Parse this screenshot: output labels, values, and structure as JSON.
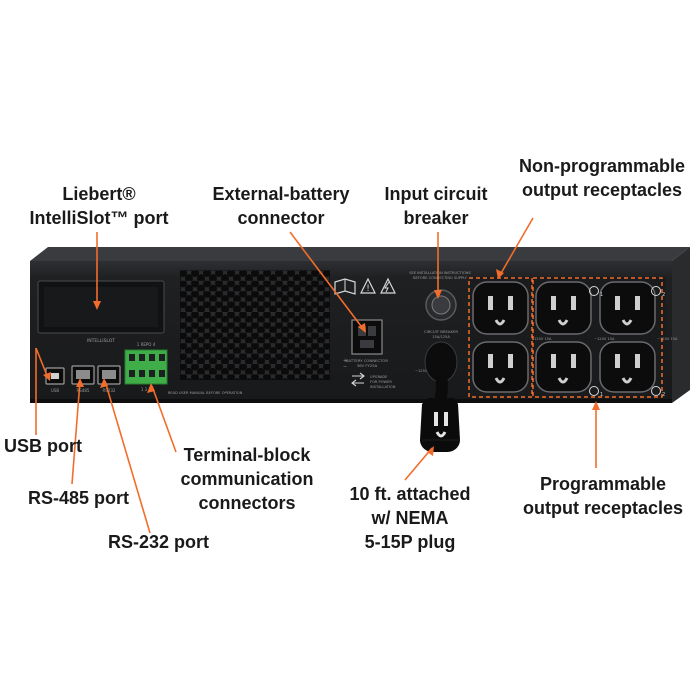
{
  "callouts": {
    "intellislot": [
      "Liebert®",
      "IntelliSlot™ port"
    ],
    "ext_battery": [
      "External-battery",
      "connector"
    ],
    "input_breaker": [
      "Input circuit",
      "breaker"
    ],
    "nonprog": [
      "Non-programmable",
      "output receptacles"
    ],
    "usb": [
      "USB port"
    ],
    "rs485": [
      "RS-485 port"
    ],
    "rs232": [
      "RS-232 port"
    ],
    "terminal": [
      "Terminal-block",
      "communication",
      "connectors"
    ],
    "plug": [
      "10 ft. attached",
      "w/ NEMA",
      "5-15P plug"
    ],
    "prog": [
      "Programmable",
      "output receptacles"
    ]
  },
  "panel_labels": {
    "intellislot": "INTELLISLOT",
    "usb": "USB",
    "rs485": "RS485",
    "rs232": "RS232",
    "terminal_head": "1 REPO 4",
    "terminal_foot": "1  2  3",
    "read_notice": "READ USER MANUAL BEFORE OPERATION",
    "battery": "BATTERY CONNECTOR",
    "battery_rating": "36V  FY25A",
    "upgrade": "UPGRADE",
    "upgrade_sub": "FOR POWER",
    "install": "INSTALLATION",
    "see_install": "SEE INSTALLATION INSTRUCTIONS",
    "see_install_2": "BEFORE CONNECTING SUPPLY",
    "circuit_breaker": "CIRCUIT BREAKER",
    "rating_left": "~120V 15A",
    "rating_mid": "~120V 15A",
    "rating_right": "~120V 15A",
    "bank_1": "1",
    "bank_2": "2"
  },
  "colors": {
    "accent": "#f26d2b",
    "chassis": "#1e1f21",
    "chassis_top": "#2b2c2f",
    "terminal_green": "#3fae49",
    "text": "#1a1a1a"
  }
}
